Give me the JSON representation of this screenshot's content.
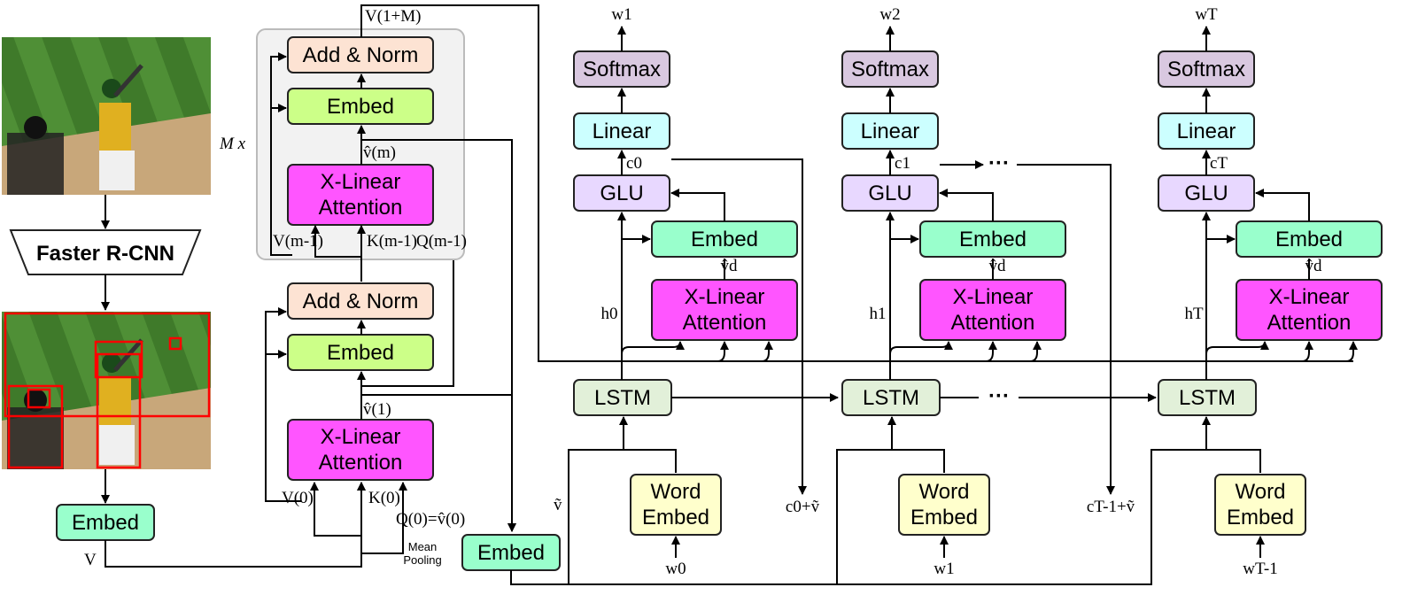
{
  "encoder": {
    "detector_label": "Faster R-CNN",
    "embed_label": "Embed",
    "features_label": "V",
    "repeat_label": "M x",
    "block1": {
      "attention_lines": [
        "X-Linear",
        "Attention"
      ],
      "embed_label": "Embed",
      "norm_label": "Add & Norm",
      "v_in": "V(0)",
      "k_in": "K(0)",
      "q_in": "Q(0)=v̂(0)",
      "pooling_lines": [
        "Mean",
        "Pooling"
      ],
      "v_out": "v̂(1)"
    },
    "block_m": {
      "attention_lines": [
        "X-Linear",
        "Attention"
      ],
      "embed_label": "Embed",
      "norm_label": "Add & Norm",
      "v_in": "V(m-1)",
      "k_in": "K(m-1)",
      "q_in": "Q(m-1)",
      "v_out": "v̂(m)",
      "final_out": "V(1+M)"
    },
    "global_embed_label": "Embed",
    "global_feature_label": "ṽ"
  },
  "decoder": {
    "steps": [
      {
        "output": "w1",
        "softmax": "Softmax",
        "linear": "Linear",
        "glu": "GLU",
        "context": "c0",
        "embed": "Embed",
        "vd": "v̂d",
        "attention_lines": [
          "X-Linear",
          "Attention"
        ],
        "hidden": "h0",
        "lstm": "LSTM",
        "word_embed_lines": [
          "Word",
          "Embed"
        ],
        "input": "w0",
        "lstm_input": ""
      },
      {
        "output": "w2",
        "softmax": "Softmax",
        "linear": "Linear",
        "glu": "GLU",
        "context": "c1",
        "embed": "Embed",
        "vd": "v̂d",
        "attention_lines": [
          "X-Linear",
          "Attention"
        ],
        "hidden": "h1",
        "lstm": "LSTM",
        "word_embed_lines": [
          "Word",
          "Embed"
        ],
        "input": "w1",
        "lstm_input": "c0+ṽ"
      },
      {
        "output": "wT",
        "softmax": "Softmax",
        "linear": "Linear",
        "glu": "GLU",
        "context": "cT",
        "embed": "Embed",
        "vd": "v̂d",
        "attention_lines": [
          "X-Linear",
          "Attention"
        ],
        "hidden": "hT",
        "lstm": "LSTM",
        "word_embed_lines": [
          "Word",
          "Embed"
        ],
        "input": "wT-1",
        "lstm_input": "cT-1+ṽ"
      }
    ],
    "ellipsis": "···"
  },
  "colors": {
    "norm": "#fde3d3",
    "embed_green": "#ccff88",
    "attention": "#ff55ff",
    "embed_teal": "#99ffcc",
    "softmax": "#d9c8e0",
    "linear": "#ccffff",
    "glu": "#e8d8ff",
    "lstm": "#e2f0d9",
    "word_embed": "#ffffcc",
    "group_bg": "#f2f2f2",
    "detection_box": "#ff0000"
  }
}
